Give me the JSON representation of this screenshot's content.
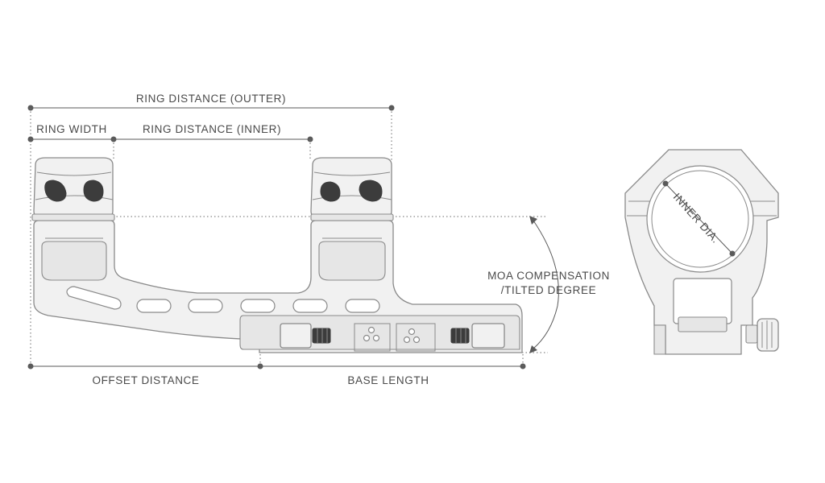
{
  "labels": {
    "ring_distance_outter": "RING DISTANCE (OUTTER)",
    "ring_width": "RING WIDTH",
    "ring_distance_inner": "RING DISTANCE (INNER)",
    "moa_line1": "MOA COMPENSATION",
    "moa_line2": "/TILTED DEGREE",
    "offset_distance": "OFFSET DISTANCE",
    "base_length": "BASE LENGTH",
    "inner_dia": "INNER DIA."
  },
  "colors": {
    "ink": "#4a4a4a",
    "outline": "#8a8a8a",
    "fill": "#f1f1f1"
  }
}
